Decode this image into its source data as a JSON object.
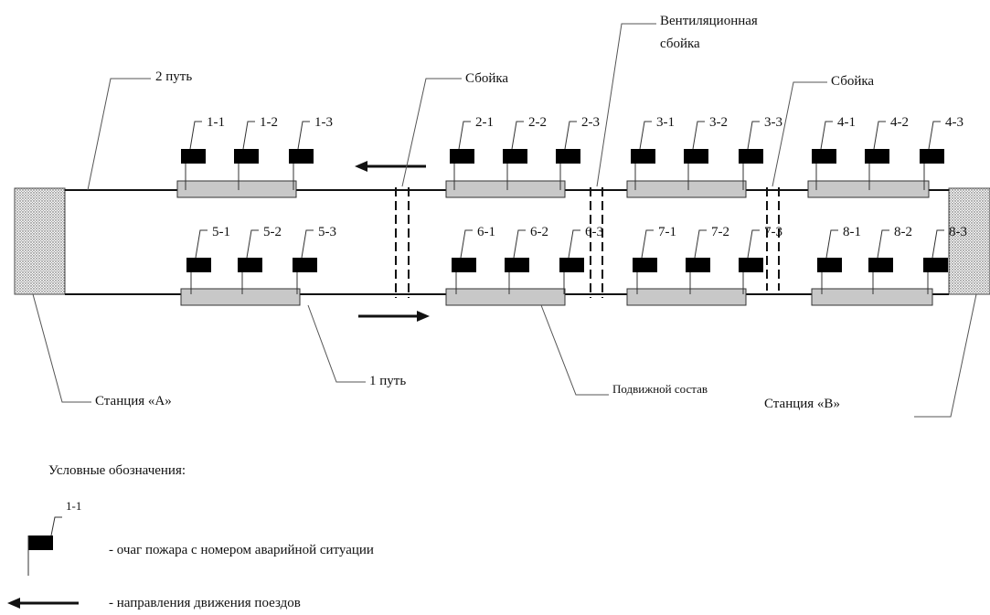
{
  "labels": {
    "track2": "2 путь",
    "track1": "1 путь",
    "crosscut_left": "Сбойка",
    "crosscut_right": "Сбойка",
    "vent_line1": "Вентиляционная",
    "vent_line2": "сбойка",
    "station_a": "Станция «А»",
    "station_b": "Станция «В»",
    "rolling_stock": "Подвижной состав"
  },
  "legend": {
    "title": "Условные обозначения:",
    "fire_sample_label": "1-1",
    "fire_text": "- очаг пожара с номером аварийной ситуации",
    "arrow_text": "- направления движения поездов"
  },
  "fires_top": [
    "1-1",
    "1-2",
    "1-3",
    "2-1",
    "2-2",
    "2-3",
    "3-1",
    "3-2",
    "3-3",
    "4-1",
    "4-2",
    "4-3"
  ],
  "fires_bottom": [
    "5-1",
    "5-2",
    "5-3",
    "6-1",
    "6-2",
    "6-3",
    "7-1",
    "7-2",
    "7-3",
    "8-1",
    "8-2",
    "8-3"
  ],
  "colors": {
    "line": "#111111",
    "train_fill": "#c8c8c8",
    "fire_fill": "#000000",
    "station_fill": "#e0e0e0"
  }
}
